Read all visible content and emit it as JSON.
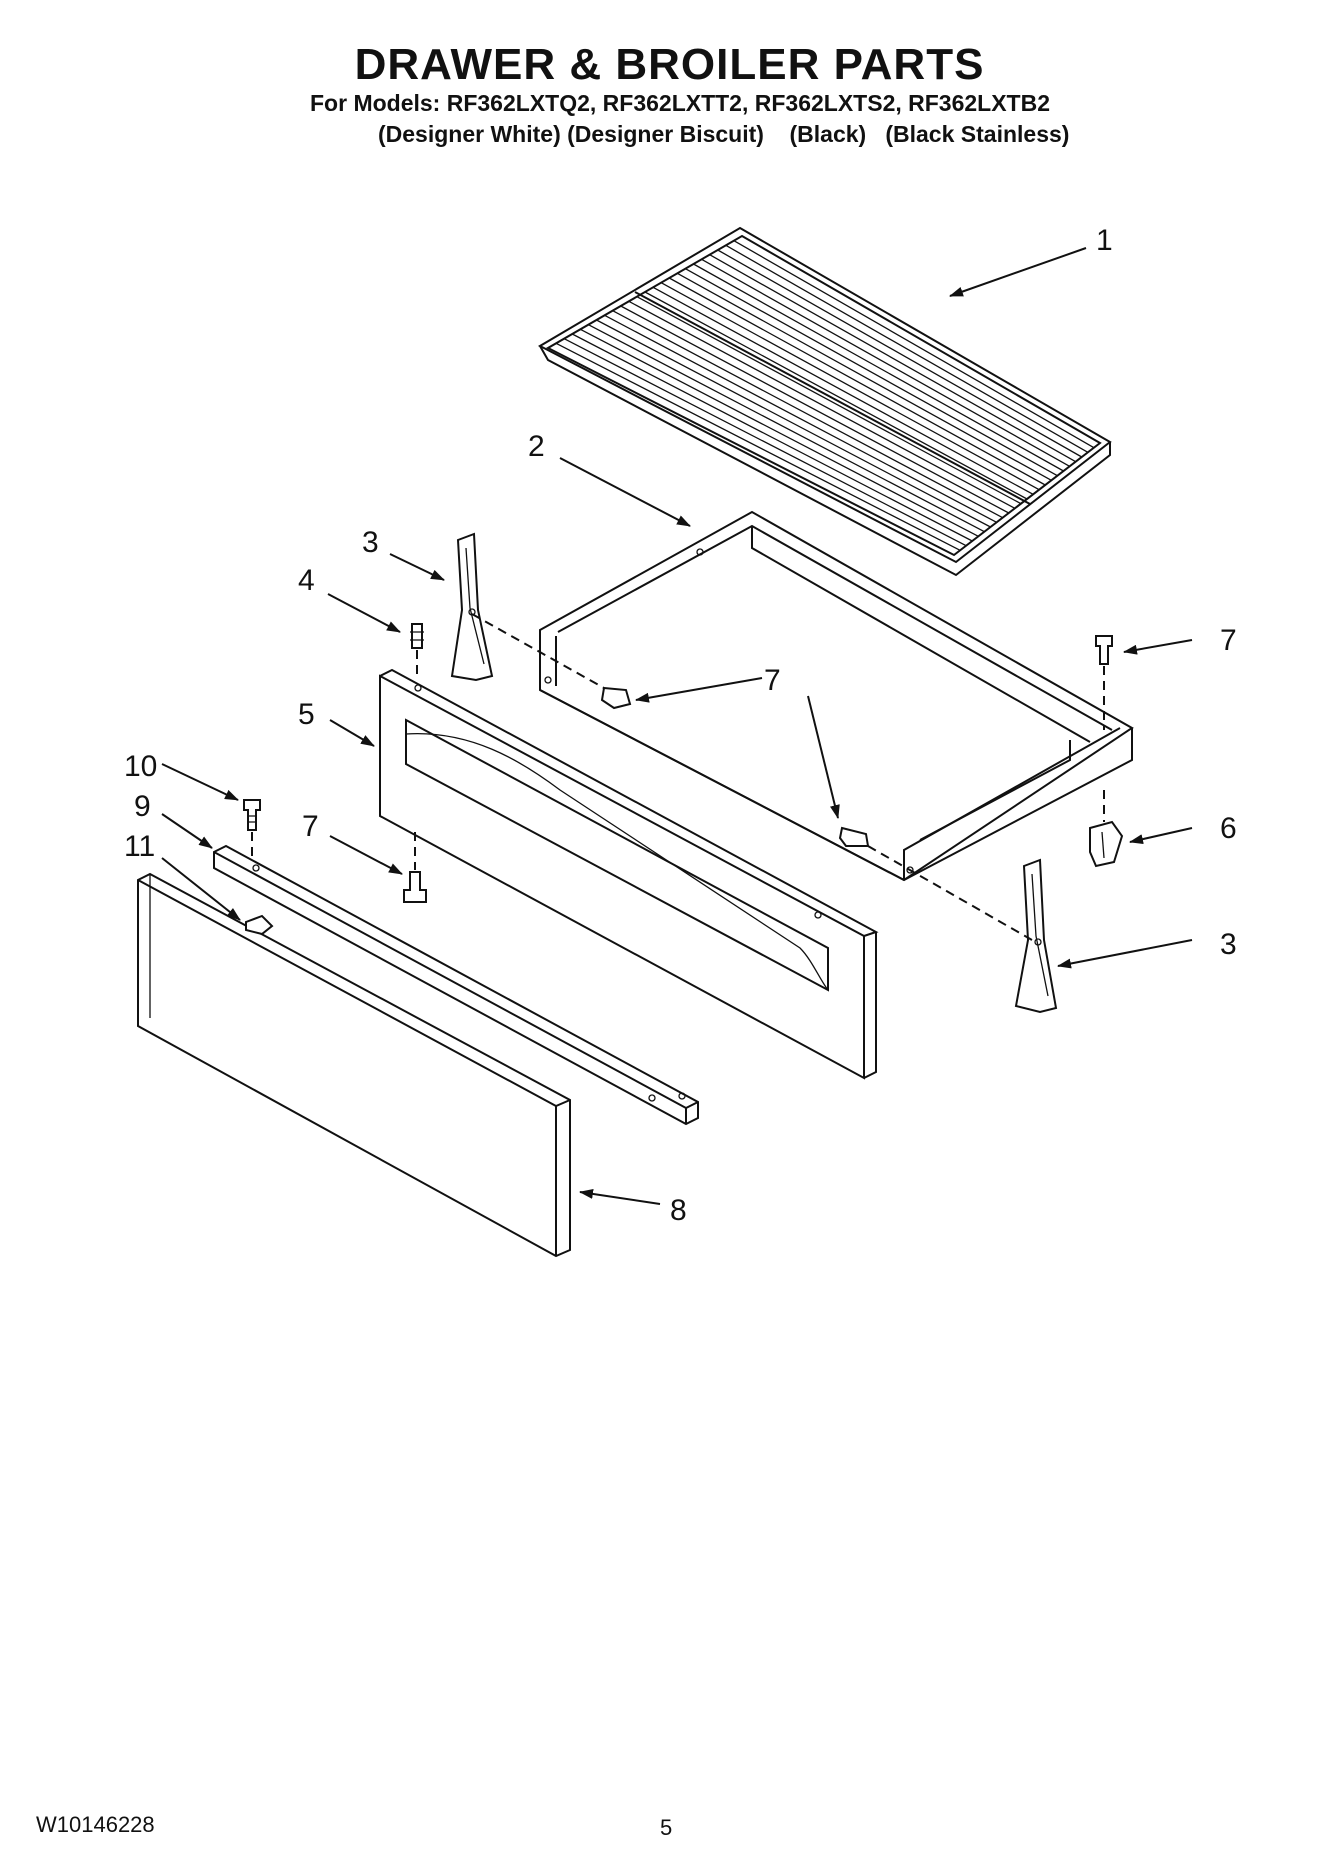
{
  "header": {
    "title": "DRAWER & BROILER PARTS",
    "models": "For Models: RF362LXTQ2, RF362LXTT2, RF362LXTS2, RF362LXTB2",
    "colors": "(Designer White) (Designer Biscuit)    (Black)   (Black Stainless)"
  },
  "callouts": {
    "c1": "1",
    "c2": "2",
    "c3a": "3",
    "c3b": "3",
    "c4": "4",
    "c5": "5",
    "c6": "6",
    "c7a": "7",
    "c7b": "7",
    "c7c": "7",
    "c7d": "7",
    "c8": "8",
    "c9": "9",
    "c10": "10",
    "c11": "11"
  },
  "footer": {
    "doc_number": "W10146228",
    "page_number": "5"
  }
}
